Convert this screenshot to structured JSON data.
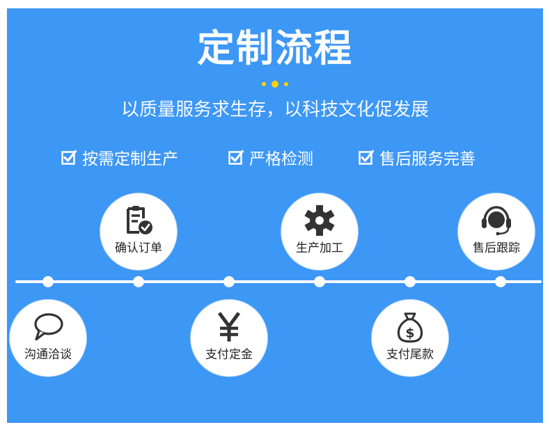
{
  "header": {
    "title": "定制流程",
    "subtitle": "以质量服务求生存，以科技文化促发展"
  },
  "features": [
    {
      "label": "按需定制生产",
      "icon": "checkbox-checked-icon"
    },
    {
      "label": "严格检测",
      "icon": "checkbox-checked-icon"
    },
    {
      "label": "售后服务完善",
      "icon": "checkbox-checked-icon"
    }
  ],
  "steps": [
    {
      "label": "沟通洽谈",
      "icon": "speech-bubble-icon"
    },
    {
      "label": "确认订单",
      "icon": "clipboard-check-icon"
    },
    {
      "label": "支付定金",
      "icon": "yen-icon"
    },
    {
      "label": "生产加工",
      "icon": "gear-icon"
    },
    {
      "label": "支付尾款",
      "icon": "money-bag-icon"
    },
    {
      "label": "售后跟踪",
      "icon": "headset-icon"
    }
  ],
  "colors": {
    "background": "#3d97f5",
    "accent_dots": "#ffd200",
    "circle": "#ffffff",
    "icon": "#333333"
  }
}
